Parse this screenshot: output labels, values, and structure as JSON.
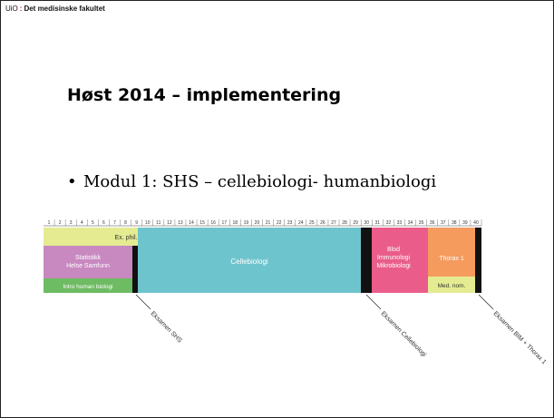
{
  "header": {
    "org": "UiO",
    "separator": ":",
    "faculty": "Det medisinske fakultet"
  },
  "slide": {
    "title": "Høst 2014 – implementering",
    "bullet_marker": "•",
    "bullet": "Modul 1: SHS – cellebiologi- humanbiologi"
  },
  "timeline": {
    "weeks": [
      "1",
      "2",
      "3",
      "4",
      "5",
      "6",
      "7",
      "8",
      "9",
      "10",
      "11",
      "12",
      "13",
      "14",
      "15",
      "16",
      "17",
      "18",
      "19",
      "20",
      "21",
      "22",
      "23",
      "24",
      "25",
      "26",
      "27",
      "28",
      "29",
      "30",
      "31",
      "32",
      "33",
      "34",
      "35",
      "36",
      "37",
      "38",
      "39",
      "40"
    ],
    "blocks": {
      "ex_phil": {
        "label": "Ex. phil.",
        "color": "#e4eb91"
      },
      "statistikk": {
        "label_line1": "Statistikk",
        "label_line2": "Helse Samfunn",
        "color": "#c888c0"
      },
      "intro": {
        "label": "Intro human biologi",
        "color": "#6dbb62"
      },
      "cellebiologi": {
        "label": "Cellebiologi",
        "color": "#6ec4cc"
      },
      "blod": {
        "label_line1": "Blod",
        "label_line2": "Immunologi",
        "label_line3": "Mikrobiologi",
        "color": "#ea5d8a"
      },
      "thorax": {
        "label": "Thorax 1",
        "color": "#f59b5e"
      },
      "mednom": {
        "label": "Med. nom.",
        "color": "#e4eb91"
      },
      "exam_bar_color": "#111111"
    },
    "exams": {
      "shs": "Eksamen SHS",
      "celle": "Eksamen Cellebiologi",
      "bim": "Eksamen BIM + Thorax 1"
    }
  }
}
